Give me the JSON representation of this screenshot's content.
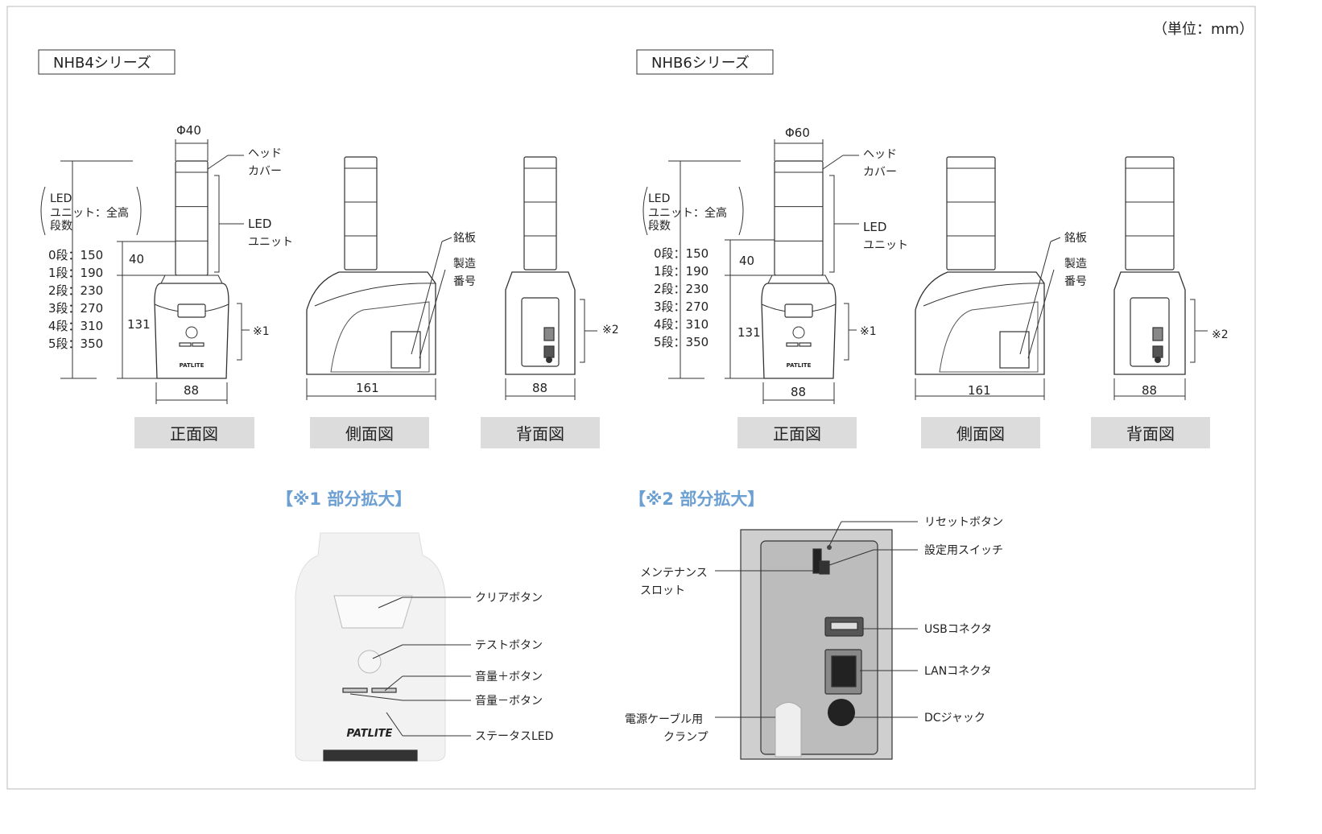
{
  "unit": "（単位：mm）",
  "series": [
    {
      "name": "NHB4シリーズ",
      "diameter": "Φ40",
      "head_cover": [
        "ヘッド",
        "カバー"
      ],
      "led_unit": [
        "LED",
        "ユニット"
      ],
      "height_note": [
        "LED",
        "ユニット：全高",
        "段数"
      ],
      "heights": [
        "0段：150",
        "1段：190",
        "2段：230",
        "3段：270",
        "4段：310",
        "5段：350"
      ],
      "dim_unit": "40",
      "dim_base": "131",
      "width_front": "88",
      "width_side": "161",
      "width_back": "88",
      "nameplate": "銘板",
      "serial": [
        "製造",
        "番号"
      ],
      "ref1": "※1",
      "ref2": "※2",
      "views": [
        "正面図",
        "側面図",
        "背面図"
      ]
    },
    {
      "name": "NHB6シリーズ",
      "diameter": "Φ60",
      "head_cover": [
        "ヘッド",
        "カバー"
      ],
      "led_unit": [
        "LED",
        "ユニット"
      ],
      "height_note": [
        "LED",
        "ユニット：全高",
        "段数"
      ],
      "heights": [
        "0段：150",
        "1段：190",
        "2段：230",
        "3段：270",
        "4段：310",
        "5段：350"
      ],
      "dim_unit": "40",
      "dim_base": "131",
      "width_front": "88",
      "width_side": "161",
      "width_back": "88",
      "nameplate": "銘板",
      "serial": [
        "製造",
        "番号"
      ],
      "ref1": "※1",
      "ref2": "※2",
      "views": [
        "正面図",
        "側面図",
        "背面図"
      ]
    }
  ],
  "detail1": {
    "title": "【※1  部分拡大】",
    "logo": "PATLITE",
    "labels": [
      "クリアボタン",
      "テストボタン",
      "音量＋ボタン",
      "音量－ボタン",
      "ステータスLED"
    ]
  },
  "detail2": {
    "title": "【※2 部分拡大】",
    "right_labels": [
      "リセットボタン",
      "設定用スイッチ",
      "USBコネクタ",
      "LANコネクタ",
      "DCジャック"
    ],
    "left_labels": [
      [
        "メンテナンス",
        "スロット"
      ],
      [
        "電源ケーブル用",
        "クランプ"
      ]
    ]
  },
  "colors": {
    "accent": "#6c9fd2",
    "view_label_bg": "#dcdcdc"
  }
}
